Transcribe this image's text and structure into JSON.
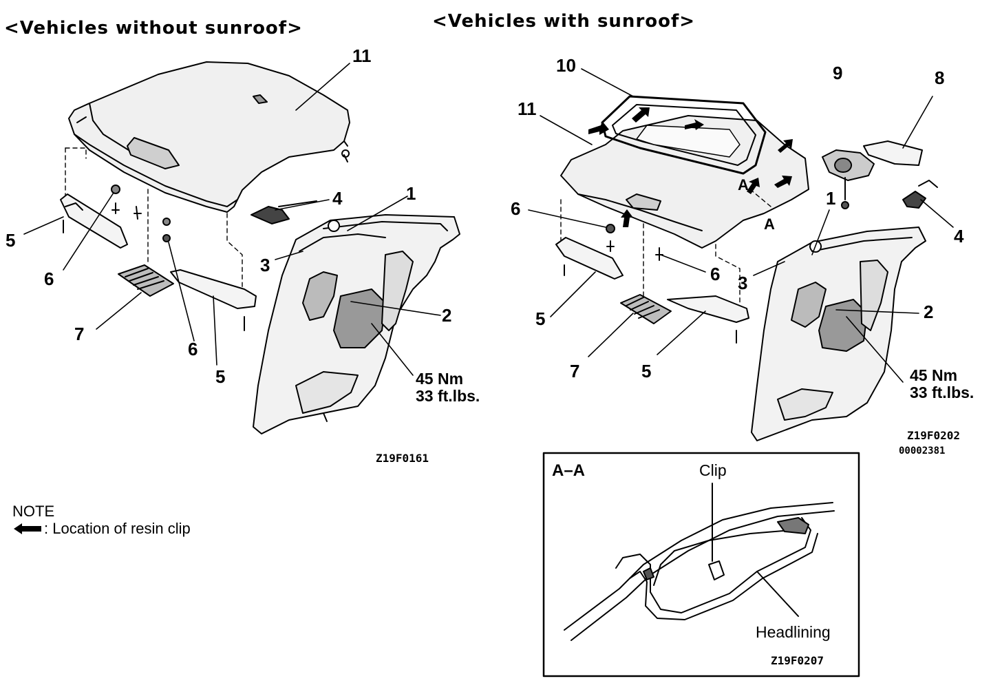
{
  "headers": {
    "left": "<Vehicles without sunroof>",
    "right": "<Vehicles with sunroof>"
  },
  "left_callouts": [
    "11",
    "4",
    "1",
    "3",
    "2",
    "5",
    "6",
    "7",
    "6",
    "5"
  ],
  "right_callouts": [
    "10",
    "9",
    "8",
    "11",
    "6",
    "1",
    "4",
    "3",
    "6",
    "2",
    "5",
    "7",
    "5"
  ],
  "torque": {
    "left_line1": "45 Nm",
    "left_line2": "33 ft.lbs.",
    "right_line1": "45 Nm",
    "right_line2": "33 ft.lbs."
  },
  "figure_codes": {
    "left": "Z19F0161",
    "right": "Z19F0202",
    "right_sub": "00002381",
    "section": "Z19F0207"
  },
  "note": {
    "title": "NOTE",
    "text": ": Location of resin clip"
  },
  "section_view": {
    "title": "A–A",
    "clip_label": "Clip",
    "headlining_label": "Headlining"
  },
  "section_markers": [
    "A",
    "A"
  ]
}
